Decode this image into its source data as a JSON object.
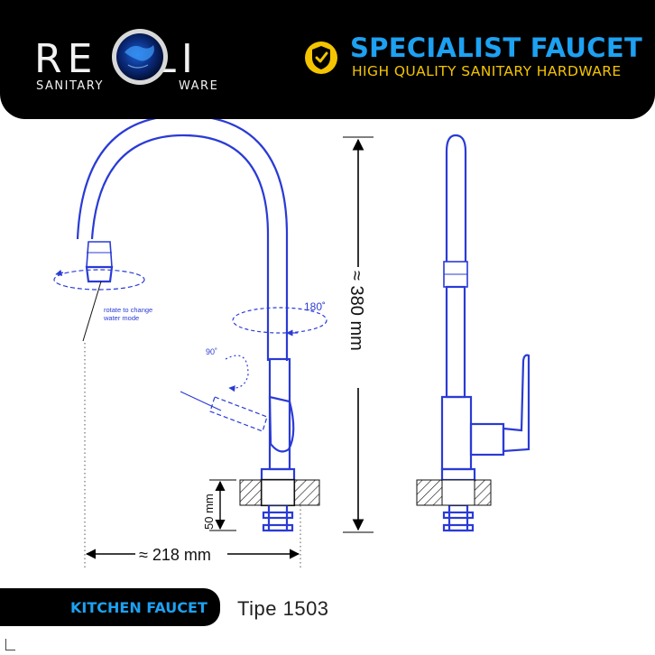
{
  "header": {
    "brand_left": "RE",
    "brand_right": "LI",
    "brand_sub_left": "SANITARY",
    "brand_sub_right": "WARE",
    "title": "SPECIALIST FAUCET",
    "subtitle": "HIGH QUALITY SANITARY HARDWARE",
    "colors": {
      "title": "#1da1f2",
      "subtitle": "#f4c400",
      "background": "#000000"
    }
  },
  "drawing": {
    "line_color": "#2a3bd6",
    "height_label": "≈ 380 mm",
    "width_label": "≈ 218 mm",
    "base_label": "50 mm",
    "spout_rotation_label": "180˚",
    "handle_rotation_label": "90˚",
    "spray_note_line1": "rotate to change",
    "spray_note_line2": "water mode"
  },
  "footer": {
    "category": "KITCHEN FAUCET",
    "type": "Tipe 1503"
  }
}
